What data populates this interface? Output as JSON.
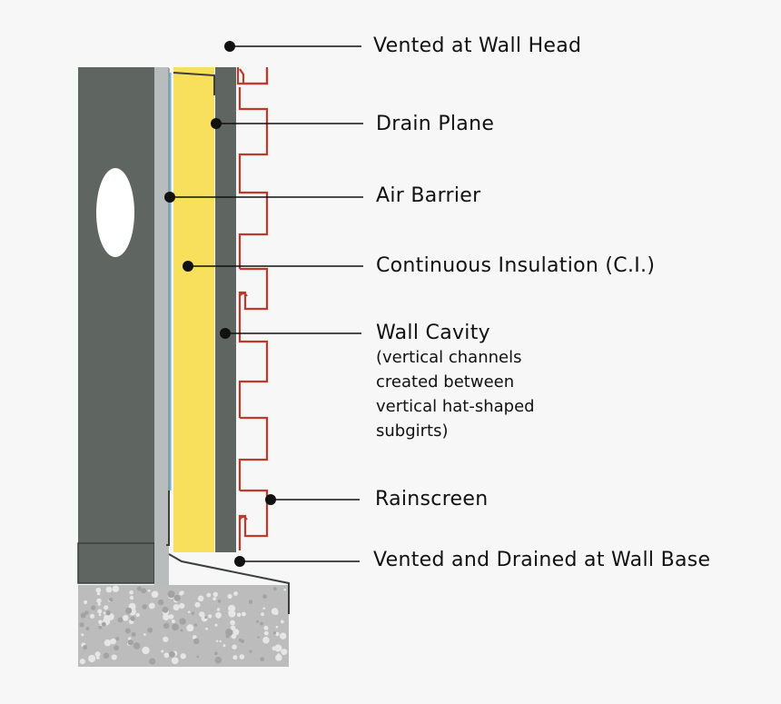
{
  "colors": {
    "background": "#f7f7f7",
    "wall": "#5f6661",
    "wall_outline": "#3a3f3c",
    "sheathing": "#b9bcbd",
    "air_barrier": "#6fb3e0",
    "insulation": "#f8df5c",
    "subgirt_strip": "#5f6661",
    "rainscreen": "#c0392b",
    "concrete": "#bcbcbc",
    "concrete_speckle": "#e6e6e6",
    "leader": "#111111"
  },
  "labels": {
    "vented_head": "Vented at Wall Head",
    "drain_plane": "Drain Plane",
    "air_barrier": "Air Barrier",
    "continuous_insulation": "Continuous Insulation (C.I.)",
    "wall_cavity": "Wall Cavity",
    "wall_cavity_note": [
      "(vertical channels",
      "created between",
      "vertical hat-shaped",
      "subgirts)"
    ],
    "rainscreen": "Rainscreen",
    "vented_base": "Vented and Drained at Wall Base"
  },
  "icons": {
    "callout_dot": "filled-circle",
    "leader": "horizontal-line"
  }
}
